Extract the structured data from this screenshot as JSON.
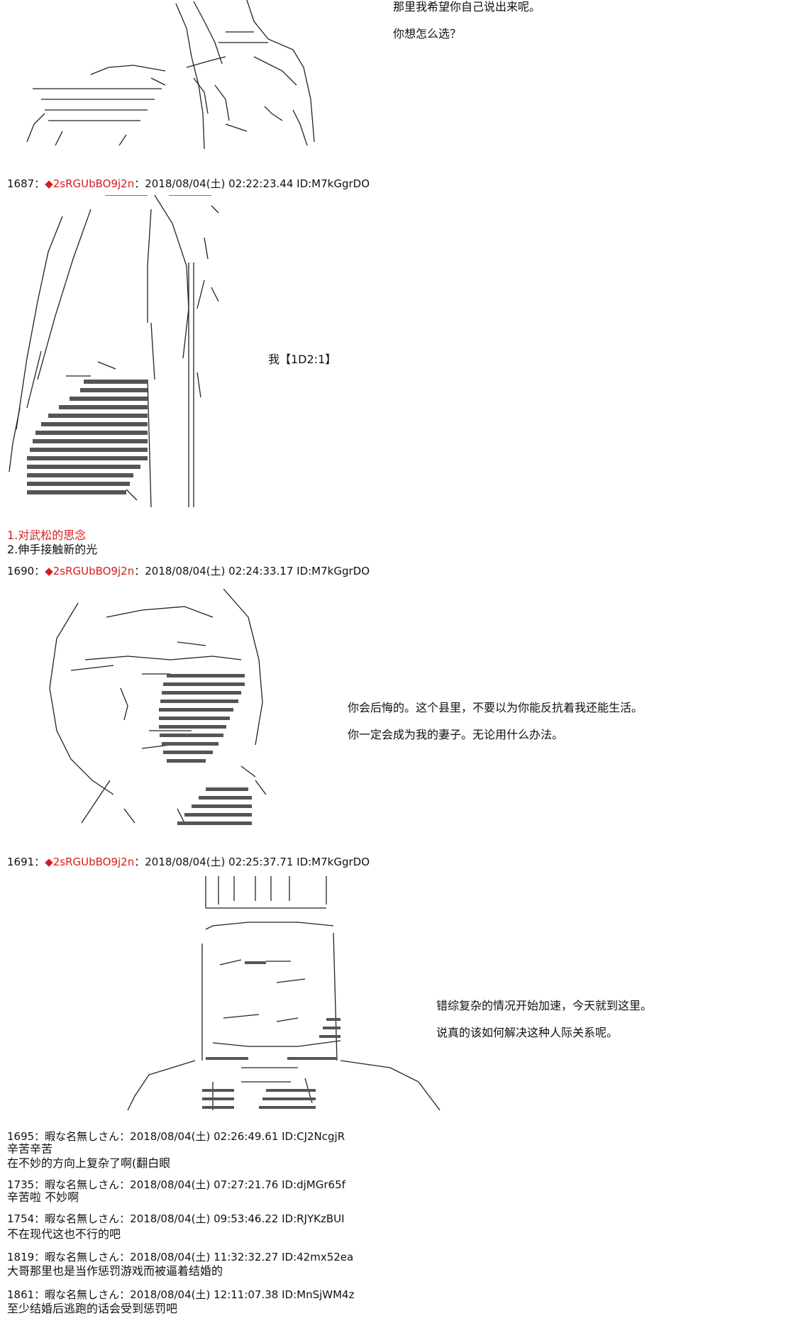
{
  "art1": {
    "lines": [
      "那里我希望你自己说出来呢。",
      "你想怎么选？"
    ]
  },
  "post1687": {
    "num": "1687：",
    "trip": "◆2sRGUbBO9j2n",
    "meta": "：2018/08/04(土) 02:22:23.44 ID:M7kGgrDO",
    "speech": "我【1D2:1】",
    "options": [
      "1.对武松的思念",
      "2.伸手接触新的光"
    ]
  },
  "post1690": {
    "num": "1690：",
    "trip": "◆2sRGUbBO9j2n",
    "meta": "：2018/08/04(土) 02:24:33.17 ID:M7kGgrDO",
    "lines": [
      "你会后悔的。这个县里，不要以为你能反抗着我还能生活。",
      "你一定会成为我的妻子。无论用什么办法。"
    ]
  },
  "post1691": {
    "num": "1691：",
    "trip": "◆2sRGUbBO9j2n",
    "meta": "：2018/08/04(土) 02:25:37.71 ID:M7kGgrDO",
    "lines": [
      "错综复杂的情况开始加速，今天就到这里。",
      "说真的该如何解决这种人际关系呢。"
    ]
  },
  "replies": [
    {
      "header": "1695：暇な名無しさん：2018/08/04(土) 02:26:49.61 ID:CJ2NcgjR",
      "body": [
        "辛苦辛苦",
        "在不妙的方向上复杂了啊(翻白眼"
      ]
    },
    {
      "header": "1735：暇な名無しさん：2018/08/04(土) 07:27:21.76 ID:djMGr65f",
      "body": [
        "辛苦啦 不妙啊"
      ]
    },
    {
      "header": "1754：暇な名無しさん：2018/08/04(土) 09:53:46.22 ID:RJYKzBUI",
      "body": [
        "不在现代这也不行的吧"
      ]
    },
    {
      "header": "1819：暇な名無しさん：2018/08/04(土) 11:32:32.27 ID:42mx52ea",
      "body": [
        "大哥那里也是当作惩罚游戏而被逼着结婚的"
      ]
    },
    {
      "header": "1861：暇な名無しさん：2018/08/04(土) 12:11:07.38 ID:MnSjWM4z",
      "body": [
        "至少结婚后逃跑的话会受到惩罚吧"
      ]
    }
  ],
  "colors": {
    "trip": "#d61c1c",
    "text": "#111111"
  }
}
